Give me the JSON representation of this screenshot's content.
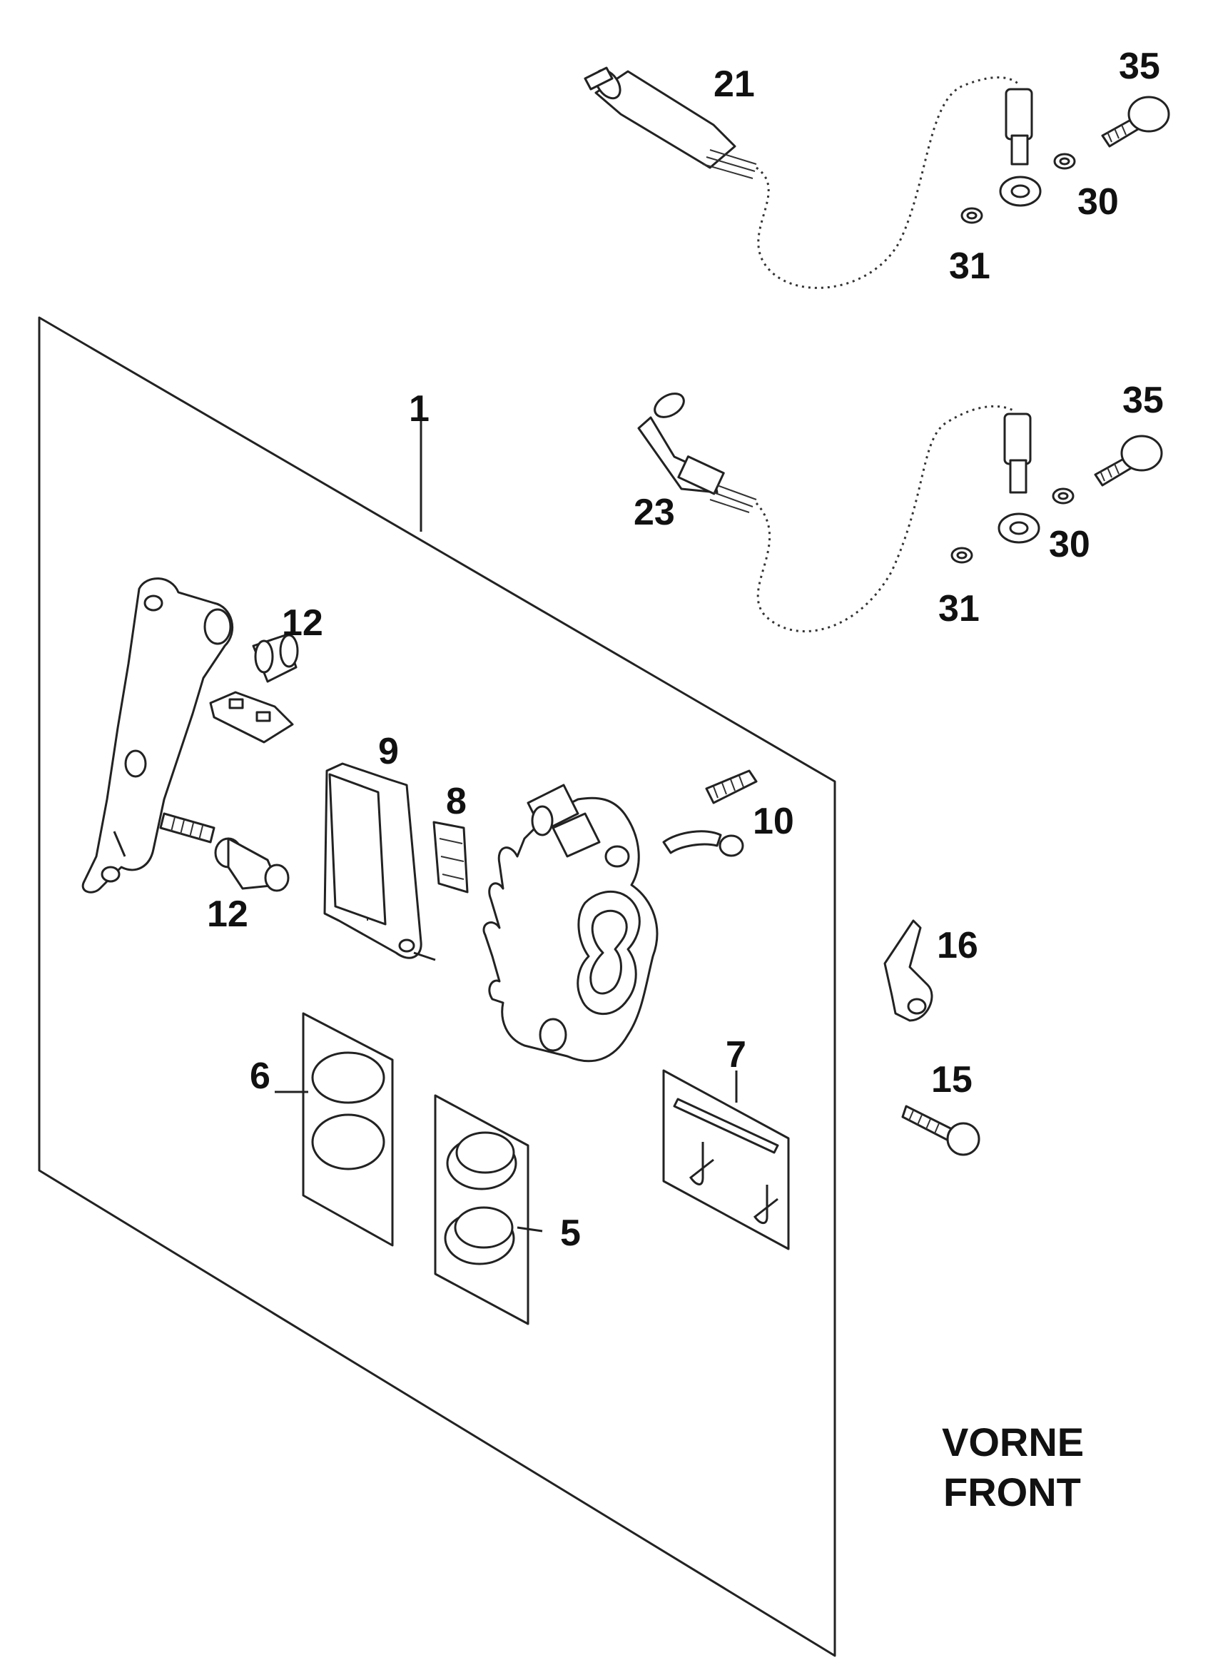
{
  "part_labels": {
    "p1": "1",
    "p5": "5",
    "p6": "6",
    "p7": "7",
    "p8": "8",
    "p9": "9",
    "p10": "10",
    "p12_top": "12",
    "p12_bottom": "12",
    "p15": "15",
    "p16": "16",
    "p21": "21",
    "p23": "23",
    "p30_top": "30",
    "p30_bottom": "30",
    "p31_top": "31",
    "p31_bottom": "31",
    "p35_top": "35",
    "p35_bottom": "35"
  },
  "caption": {
    "line1": "VORNE",
    "line2": "FRONT"
  }
}
